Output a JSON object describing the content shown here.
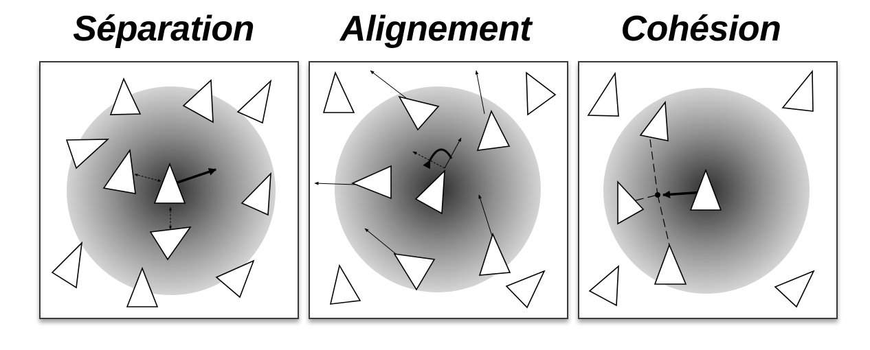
{
  "titles": {
    "separation": "Séparation",
    "alignment": "Alignement",
    "cohesion": "Cohésion"
  },
  "colors": {
    "background": "#ffffff",
    "panel_border": "#3a3a3a",
    "neighborhood_center": "#2e2e2e",
    "neighborhood_edge": "#d4d4d4",
    "boid_fill": "#ffffff",
    "boid_stroke": "#000000"
  }
}
